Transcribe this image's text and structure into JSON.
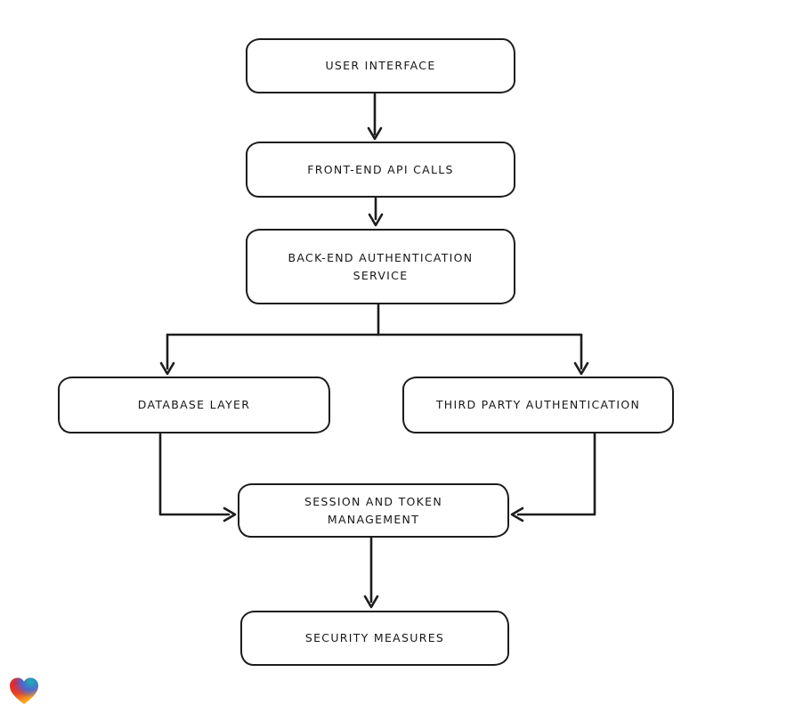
{
  "diagram": {
    "type": "flowchart",
    "style": "hand-drawn",
    "stroke_color": "#1c1c1c",
    "node_fill": "#ffffff",
    "background": "#ffffff",
    "nodes": [
      {
        "id": "user-interface",
        "label": "USER INTERFACE"
      },
      {
        "id": "front-end-api-calls",
        "label": "FRONT-END API CALLS"
      },
      {
        "id": "back-end-authentication-service",
        "label": "BACK-END AUTHENTICATION SERVICE"
      },
      {
        "id": "database-layer",
        "label": "DATABASE LAYER"
      },
      {
        "id": "third-party-authentication",
        "label": "THIRD PARTY AUTHENTICATION"
      },
      {
        "id": "session-and-token-management",
        "label": "SESSION AND TOKEN MANAGEMENT"
      },
      {
        "id": "security-measures",
        "label": "SECURITY MEASURES"
      }
    ],
    "edges": [
      {
        "from": "user-interface",
        "to": "front-end-api-calls"
      },
      {
        "from": "front-end-api-calls",
        "to": "back-end-authentication-service"
      },
      {
        "from": "back-end-authentication-service",
        "to": "database-layer"
      },
      {
        "from": "back-end-authentication-service",
        "to": "third-party-authentication"
      },
      {
        "from": "database-layer",
        "to": "session-and-token-management"
      },
      {
        "from": "third-party-authentication",
        "to": "session-and-token-management"
      },
      {
        "from": "session-and-token-management",
        "to": "security-measures"
      }
    ]
  },
  "branding": {
    "logo": "gradient-heart-logo",
    "colors": {
      "red": "#e41e2d",
      "teal": "#16b5ac",
      "blue": "#3d6ae2",
      "orange": "#f6a21c"
    }
  }
}
